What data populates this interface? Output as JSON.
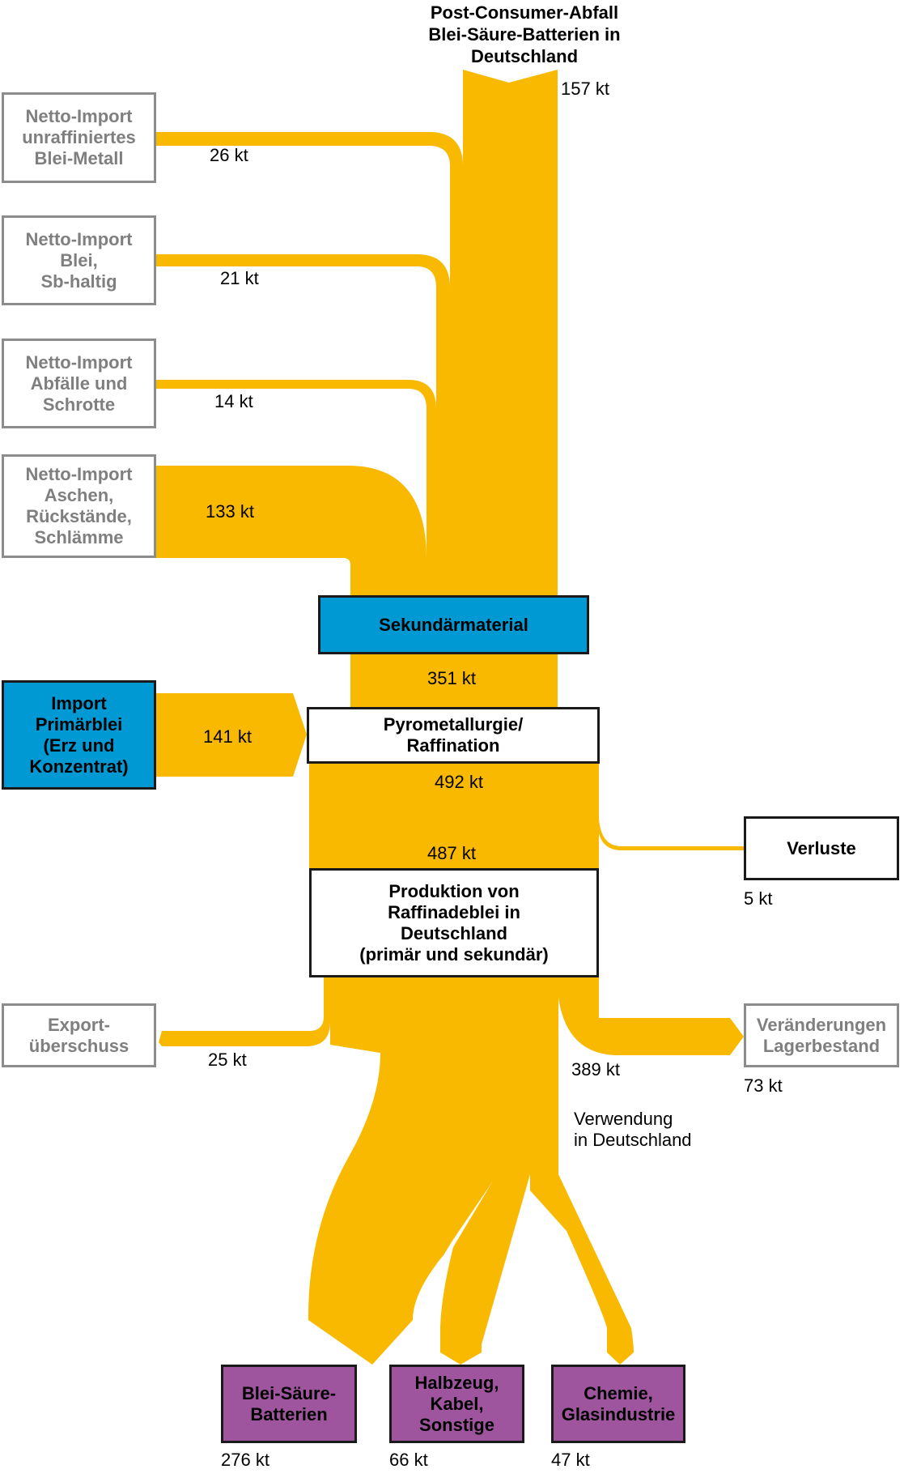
{
  "title": "Post-Consumer-Abfall\nBlei-Säure-Batterien in\nDeutschland",
  "colors": {
    "flow": "#f8b900",
    "blue_node": "#0099d4",
    "purple_node": "#9e559e",
    "gray_border": "#8c8c8c"
  },
  "nodes": {
    "netto_import_metall": "Netto-Import\nunraffiniertes\nBlei-Metall",
    "netto_import_sb": "Netto-Import\nBlei,\nSb-haltig",
    "netto_import_schrotte": "Netto-Import\nAbfälle und\nSchrotte",
    "netto_import_aschen": "Netto-Import\nAschen,\nRückstände,\nSchlämme",
    "sekundaermaterial": "Sekundärmaterial",
    "import_primaerblei": "Import\nPrimärblei\n(Erz und\nKonzentrat)",
    "pyrometallurgie": "Pyrometallurgie/\nRaffination",
    "verluste": "Verluste",
    "produktion": "Produktion von\nRaffinadeblei in\nDeutschland\n(primär und sekundär)",
    "exportueberschuss": "Export-\nüberschuss",
    "lagerbestand": "Veränderungen\nLagerbestand",
    "batterien": "Blei-Säure-\nBatterien",
    "halbzeug": "Halbzeug,\nKabel,\nSonstige",
    "chemie": "Chemie,\nGlasindustrie"
  },
  "flows": {
    "post_consumer": "157 kt",
    "metall": "26 kt",
    "sb": "21 kt",
    "schrotte": "14 kt",
    "aschen": "133 kt",
    "sekundaer_total": "351 kt",
    "primaer": "141 kt",
    "pyro_out": "492 kt",
    "produktion_in": "487 kt",
    "verluste": "5 kt",
    "export": "25 kt",
    "verwendung": "389 kt",
    "lager": "73 kt",
    "batterien": "276 kt",
    "halbzeug": "66 kt",
    "chemie": "47 kt"
  },
  "verwendung_label": "Verwendung\nin Deutschland"
}
